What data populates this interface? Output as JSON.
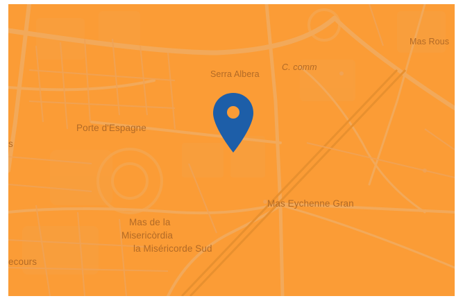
{
  "map": {
    "background_color": "#fb9c36",
    "road_color": "#f3a550",
    "label_color": "#b26a26",
    "pin_color": "#1d5ea8",
    "pin_icon": "map-marker-icon",
    "labels": {
      "serra_albera": "Serra Albera",
      "c_comm": "C. comm",
      "mas_rous": "Mas Rous",
      "porte_d_espagne": "Porte d'Espagne",
      "s": "s",
      "mas_eychenne_gran": "Mas Eychenne Gran",
      "mas_de_la": "Mas de la",
      "misericordia": "Misericòrdia",
      "la_misericorde_sud": "la Miséricorde Sud",
      "ecours": "ecours"
    }
  }
}
